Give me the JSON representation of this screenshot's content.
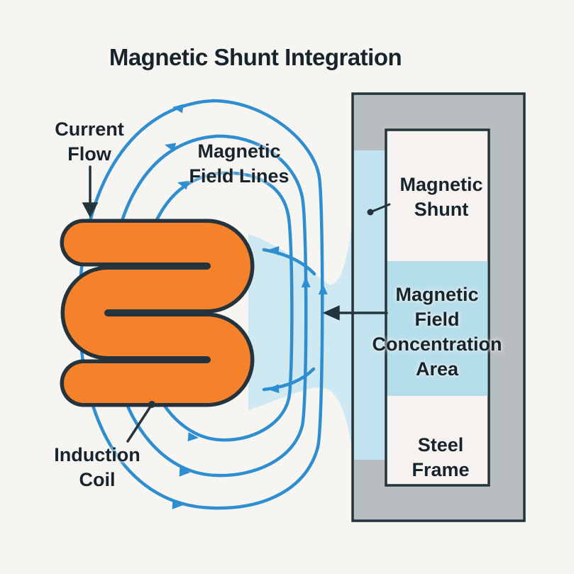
{
  "title": "Magnetic Shunt Integration",
  "labels": {
    "current_flow": "Current\nFlow",
    "field_lines": "Magnetic\nField Lines",
    "magnetic_shunt": "Magnetic\nShunt",
    "concentration": "Magnetic\nField\nConcentration\nArea",
    "induction_coil": "Induction\nCoil",
    "steel_frame": "Steel\nFrame"
  },
  "colors": {
    "background": "#f7f5f2",
    "text": "#17242c",
    "outline": "#25343c",
    "coil_orange": "#f5822a",
    "field_line_blue": "#2e8ecf",
    "shunt_blue": "#c0e3ef",
    "concentration_blue": "#b5deeb",
    "funnel_blue": "#cfe9f3",
    "frame_gray": "#b8bdbf",
    "inner_white": "#f6f3f0"
  }
}
